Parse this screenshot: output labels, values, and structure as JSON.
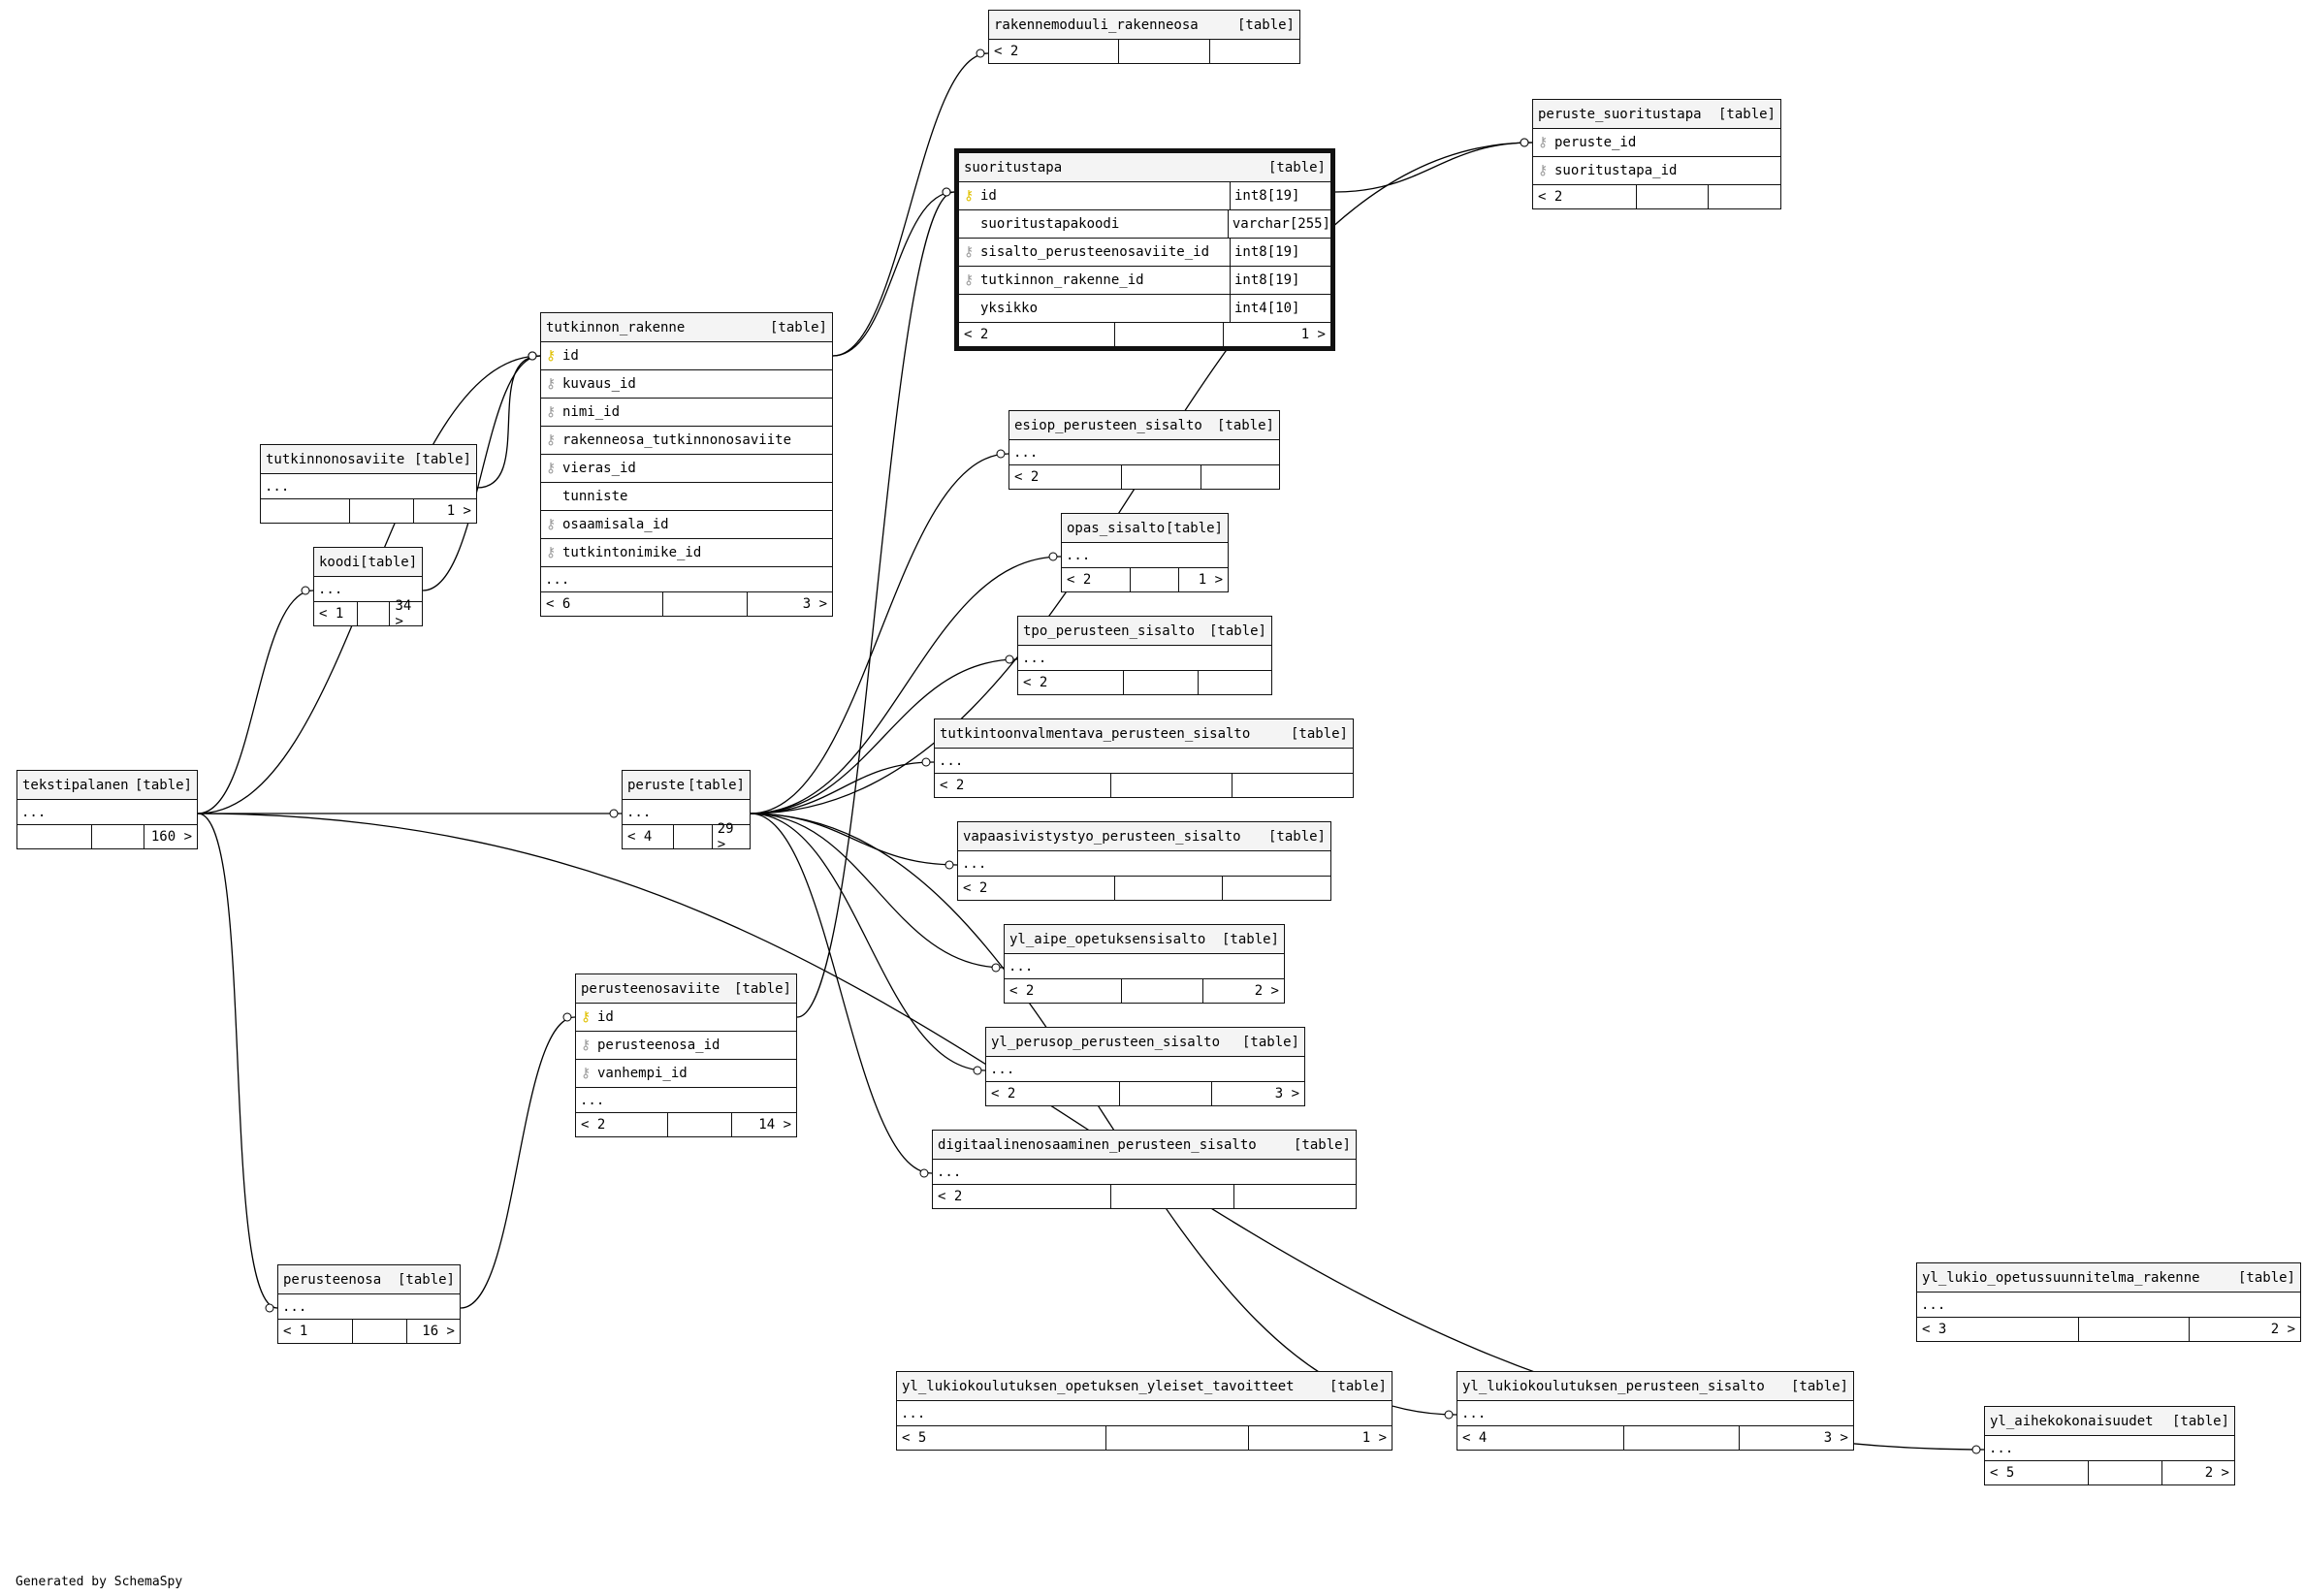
{
  "tables": [
    {
      "id": "rakennemoduuli_rakenneosa",
      "name": "rakennemoduuli_rakenneosa",
      "tag": "[table]",
      "footer": [
        "< 2",
        "",
        ""
      ]
    },
    {
      "id": "peruste_suoritustapa",
      "name": "peruste_suoritustapa",
      "tag": "[table]",
      "columns": [
        {
          "name": "peruste_id",
          "key": "fk"
        },
        {
          "name": "suoritustapa_id",
          "key": "fk"
        }
      ],
      "footer": [
        "< 2",
        "",
        ""
      ]
    },
    {
      "id": "suoritustapa",
      "name": "suoritustapa",
      "tag": "[table]",
      "columns": [
        {
          "name": "id",
          "key": "pk",
          "type": "int8[19]"
        },
        {
          "name": "suoritustapakoodi",
          "key": "",
          "type": "varchar[255]"
        },
        {
          "name": "sisalto_perusteenosaviite_id",
          "key": "fk",
          "type": "int8[19]"
        },
        {
          "name": "tutkinnon_rakenne_id",
          "key": "fk",
          "type": "int8[19]"
        },
        {
          "name": "yksikko",
          "key": "",
          "type": "int4[10]"
        }
      ],
      "footer": [
        "< 2",
        "",
        "1 >"
      ]
    },
    {
      "id": "tutkinnon_rakenne",
      "name": "tutkinnon_rakenne",
      "tag": "[table]",
      "columns": [
        {
          "name": "id",
          "key": "pk"
        },
        {
          "name": "kuvaus_id",
          "key": "fk"
        },
        {
          "name": "nimi_id",
          "key": "fk"
        },
        {
          "name": "rakenneosa_tutkinnonosaviite",
          "key": "fk"
        },
        {
          "name": "vieras_id",
          "key": "fk"
        },
        {
          "name": "tunniste",
          "key": ""
        },
        {
          "name": "osaamisala_id",
          "key": "fk"
        },
        {
          "name": "tutkintonimike_id",
          "key": "fk"
        }
      ],
      "dots": "...",
      "footer": [
        "< 6",
        "",
        "3 >"
      ]
    },
    {
      "id": "tutkinnonosaviite",
      "name": "tutkinnonosaviite",
      "tag": "[table]",
      "dots": "...",
      "footer": [
        "",
        "",
        "1 >"
      ]
    },
    {
      "id": "koodi",
      "name": "koodi",
      "tag": "[table]",
      "dots": "...",
      "footer": [
        "< 1",
        "",
        "34 >"
      ]
    },
    {
      "id": "esiop_perusteen_sisalto",
      "name": "esiop_perusteen_sisalto",
      "tag": "[table]",
      "dots": "...",
      "footer": [
        "< 2",
        "",
        ""
      ]
    },
    {
      "id": "opas_sisalto",
      "name": "opas_sisalto",
      "tag": "[table]",
      "dots": "...",
      "footer": [
        "< 2",
        "",
        "1 >"
      ]
    },
    {
      "id": "tpo_perusteen_sisalto",
      "name": "tpo_perusteen_sisalto",
      "tag": "[table]",
      "dots": "...",
      "footer": [
        "< 2",
        "",
        ""
      ]
    },
    {
      "id": "tutkintoonvalmentava_perusteen_sisalto",
      "name": "tutkintoonvalmentava_perusteen_sisalto",
      "tag": "[table]",
      "dots": "...",
      "footer": [
        "< 2",
        "",
        ""
      ]
    },
    {
      "id": "tekstipalanen",
      "name": "tekstipalanen",
      "tag": "[table]",
      "dots": "...",
      "footer": [
        "",
        "",
        "160 >"
      ]
    },
    {
      "id": "peruste",
      "name": "peruste",
      "tag": "[table]",
      "dots": "...",
      "footer": [
        "< 4",
        "",
        "29 >"
      ]
    },
    {
      "id": "vapaasivistystyo_perusteen_sisalto",
      "name": "vapaasivistystyo_perusteen_sisalto",
      "tag": "[table]",
      "dots": "...",
      "footer": [
        "< 2",
        "",
        ""
      ]
    },
    {
      "id": "yl_aipe_opetuksensisalto",
      "name": "yl_aipe_opetuksensisalto",
      "tag": "[table]",
      "dots": "...",
      "footer": [
        "< 2",
        "",
        "2 >"
      ]
    },
    {
      "id": "perusteenosaviite",
      "name": "perusteenosaviite",
      "tag": "[table]",
      "columns": [
        {
          "name": "id",
          "key": "pk"
        },
        {
          "name": "perusteenosa_id",
          "key": "fk"
        },
        {
          "name": "vanhempi_id",
          "key": "fk"
        }
      ],
      "dots": "...",
      "footer": [
        "< 2",
        "",
        "14 >"
      ]
    },
    {
      "id": "yl_perusop_perusteen_sisalto",
      "name": "yl_perusop_perusteen_sisalto",
      "tag": "[table]",
      "dots": "...",
      "footer": [
        "< 2",
        "",
        "3 >"
      ]
    },
    {
      "id": "digitaalinenosaaminen_perusteen_sisalto",
      "name": "digitaalinenosaaminen_perusteen_sisalto",
      "tag": "[table]",
      "dots": "...",
      "footer": [
        "< 2",
        "",
        ""
      ]
    },
    {
      "id": "perusteenosa",
      "name": "perusteenosa",
      "tag": "[table]",
      "dots": "...",
      "footer": [
        "< 1",
        "",
        "16 >"
      ]
    },
    {
      "id": "yl_lukio_opetussuunnitelma_rakenne",
      "name": "yl_lukio_opetussuunnitelma_rakenne",
      "tag": "[table]",
      "dots": "...",
      "footer": [
        "< 3",
        "",
        "2 >"
      ]
    },
    {
      "id": "yl_lukiokoulutuksen_opetuksen_yleiset_tavoitteet",
      "name": "yl_lukiokoulutuksen_opetuksen_yleiset_tavoitteet",
      "tag": "[table]",
      "dots": "...",
      "footer": [
        "< 5",
        "",
        "1 >"
      ]
    },
    {
      "id": "yl_lukiokoulutuksen_perusteen_sisalto",
      "name": "yl_lukiokoulutuksen_perusteen_sisalto",
      "tag": "[table]",
      "dots": "...",
      "footer": [
        "< 4",
        "",
        "3 >"
      ]
    },
    {
      "id": "yl_aihekokonaisuudet",
      "name": "yl_aihekokonaisuudet",
      "tag": "[table]",
      "dots": "...",
      "footer": [
        "< 5",
        "",
        "2 >"
      ]
    }
  ],
  "relationships": [
    [
      "rakennemoduuli_rakenneosa",
      "tutkinnon_rakenne"
    ],
    [
      "peruste_suoritustapa",
      "peruste"
    ],
    [
      "peruste_suoritustapa",
      "suoritustapa"
    ],
    [
      "suoritustapa",
      "perusteenosaviite"
    ],
    [
      "suoritustapa",
      "tutkinnon_rakenne"
    ],
    [
      "tutkinnon_rakenne",
      "tekstipalanen"
    ],
    [
      "tutkinnon_rakenne",
      "tutkinnonosaviite"
    ],
    [
      "tutkinnon_rakenne",
      "koodi"
    ],
    [
      "koodi",
      "tekstipalanen"
    ],
    [
      "peruste",
      "tekstipalanen"
    ],
    [
      "esiop_perusteen_sisalto",
      "peruste"
    ],
    [
      "opas_sisalto",
      "peruste"
    ],
    [
      "tpo_perusteen_sisalto",
      "peruste"
    ],
    [
      "tutkintoonvalmentava_perusteen_sisalto",
      "peruste"
    ],
    [
      "vapaasivistystyo_perusteen_sisalto",
      "peruste"
    ],
    [
      "yl_aipe_opetuksensisalto",
      "peruste"
    ],
    [
      "yl_perusop_perusteen_sisalto",
      "peruste"
    ],
    [
      "digitaalinenosaaminen_perusteen_sisalto",
      "peruste"
    ],
    [
      "perusteenosaviite",
      "perusteenosa"
    ],
    [
      "perusteenosa",
      "tekstipalanen"
    ],
    [
      "yl_lukiokoulutuksen_perusteen_sisalto",
      "peruste"
    ],
    [
      "yl_aihekokonaisuudet",
      "tekstipalanen"
    ]
  ],
  "footer_note": "Generated by SchemaSpy"
}
